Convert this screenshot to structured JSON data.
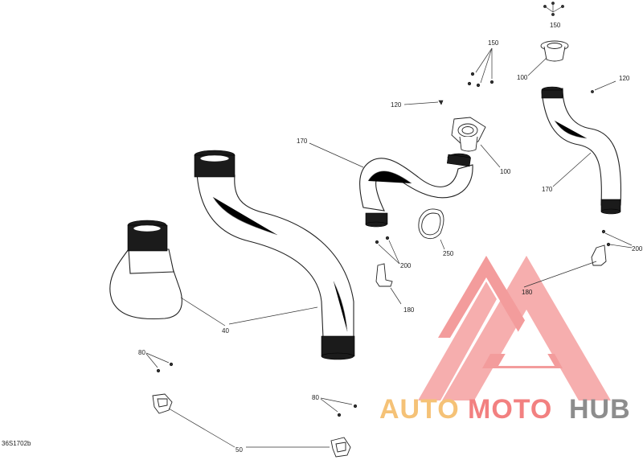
{
  "diagram_code": "36S1702b",
  "callouts": {
    "c150_top": "150",
    "c150_mid": "150",
    "c100_top": "100",
    "c120_right": "120",
    "c120_mid": "120",
    "c170_left": "170",
    "c100_mid": "100",
    "c170_right": "170",
    "c250": "250",
    "c200_left": "200",
    "c200_right": "200",
    "c180_left": "180",
    "c180_right": "180",
    "c40": "40",
    "c80_left": "80",
    "c80_bottom": "80",
    "c50": "50"
  },
  "watermark": {
    "word_auto": "AUTO",
    "word_moto": "MOTO",
    "word_hub": "HUB",
    "color_primary": "#f06a6a",
    "color_secondary": "#f4b860",
    "color_hub": "#7a7a7a"
  }
}
